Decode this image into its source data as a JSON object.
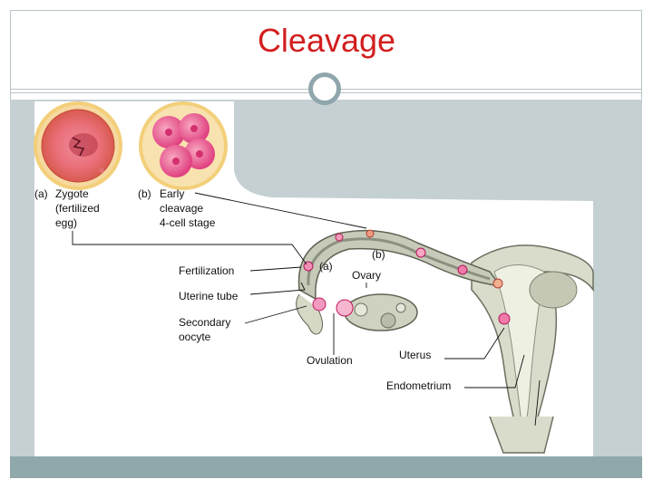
{
  "slide": {
    "title": "Cleavage"
  },
  "labels": {
    "zygote_a": "(a)",
    "zygote_line1": "Zygote",
    "zygote_line2": "(fertilized",
    "zygote_line3": "egg)",
    "early_b": "(b)",
    "early_line1": "Early",
    "early_line2": "cleavage",
    "early_line3": "4-cell stage",
    "fertilization": "Fertilization",
    "uterine_tube": "Uterine tube",
    "secondary_line1": "Secondary",
    "secondary_line2": "oocyte",
    "marker_a": "(a)",
    "marker_b": "(b)",
    "ovary": "Ovary",
    "ovulation": "Ovulation",
    "uterus": "Uterus",
    "endometrium": "Endometrium"
  },
  "colors": {
    "title": "#d21f1f",
    "panel": "#c5d0d3",
    "bottom_bar": "#8fa8aa",
    "ring": "#8fa6ac"
  }
}
